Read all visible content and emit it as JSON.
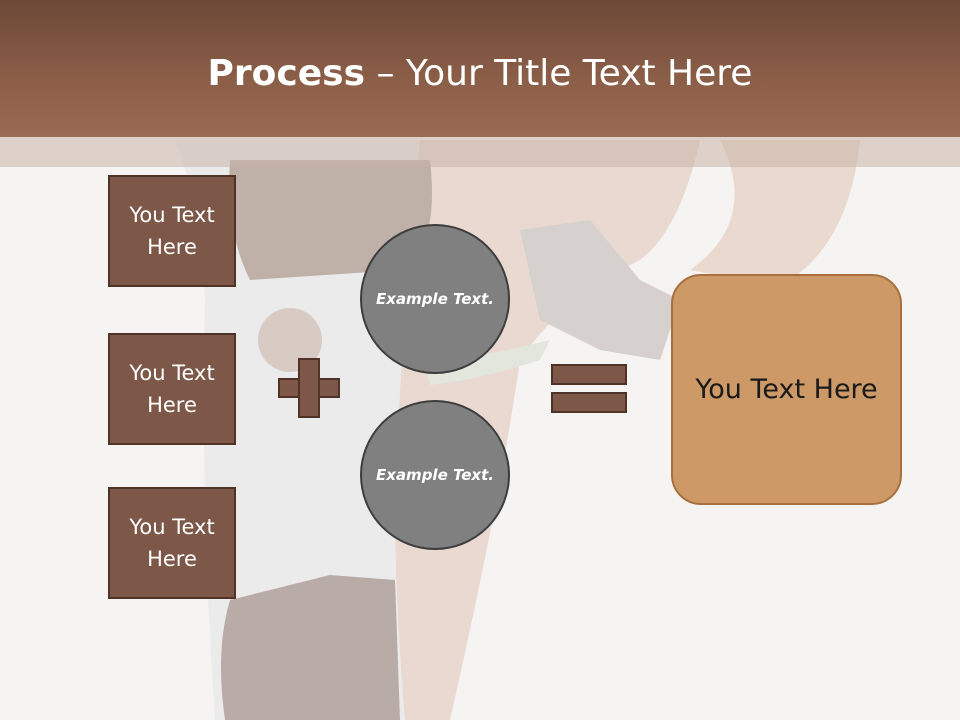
{
  "title": {
    "bold": "Process",
    "rest": " – Your Title Text Here"
  },
  "left_boxes": [
    {
      "label": "You Text Here"
    },
    {
      "label": "You Text Here"
    },
    {
      "label": "You Text Here"
    }
  ],
  "circles": [
    {
      "label": "Example Text."
    },
    {
      "label": "Example Text."
    }
  ],
  "result": {
    "label": "You Text Here"
  },
  "colors": {
    "title_bar": "#8a5d47",
    "box_fill": "#7d5747",
    "circle_fill": "#808080",
    "result_fill": "#cd9967"
  }
}
